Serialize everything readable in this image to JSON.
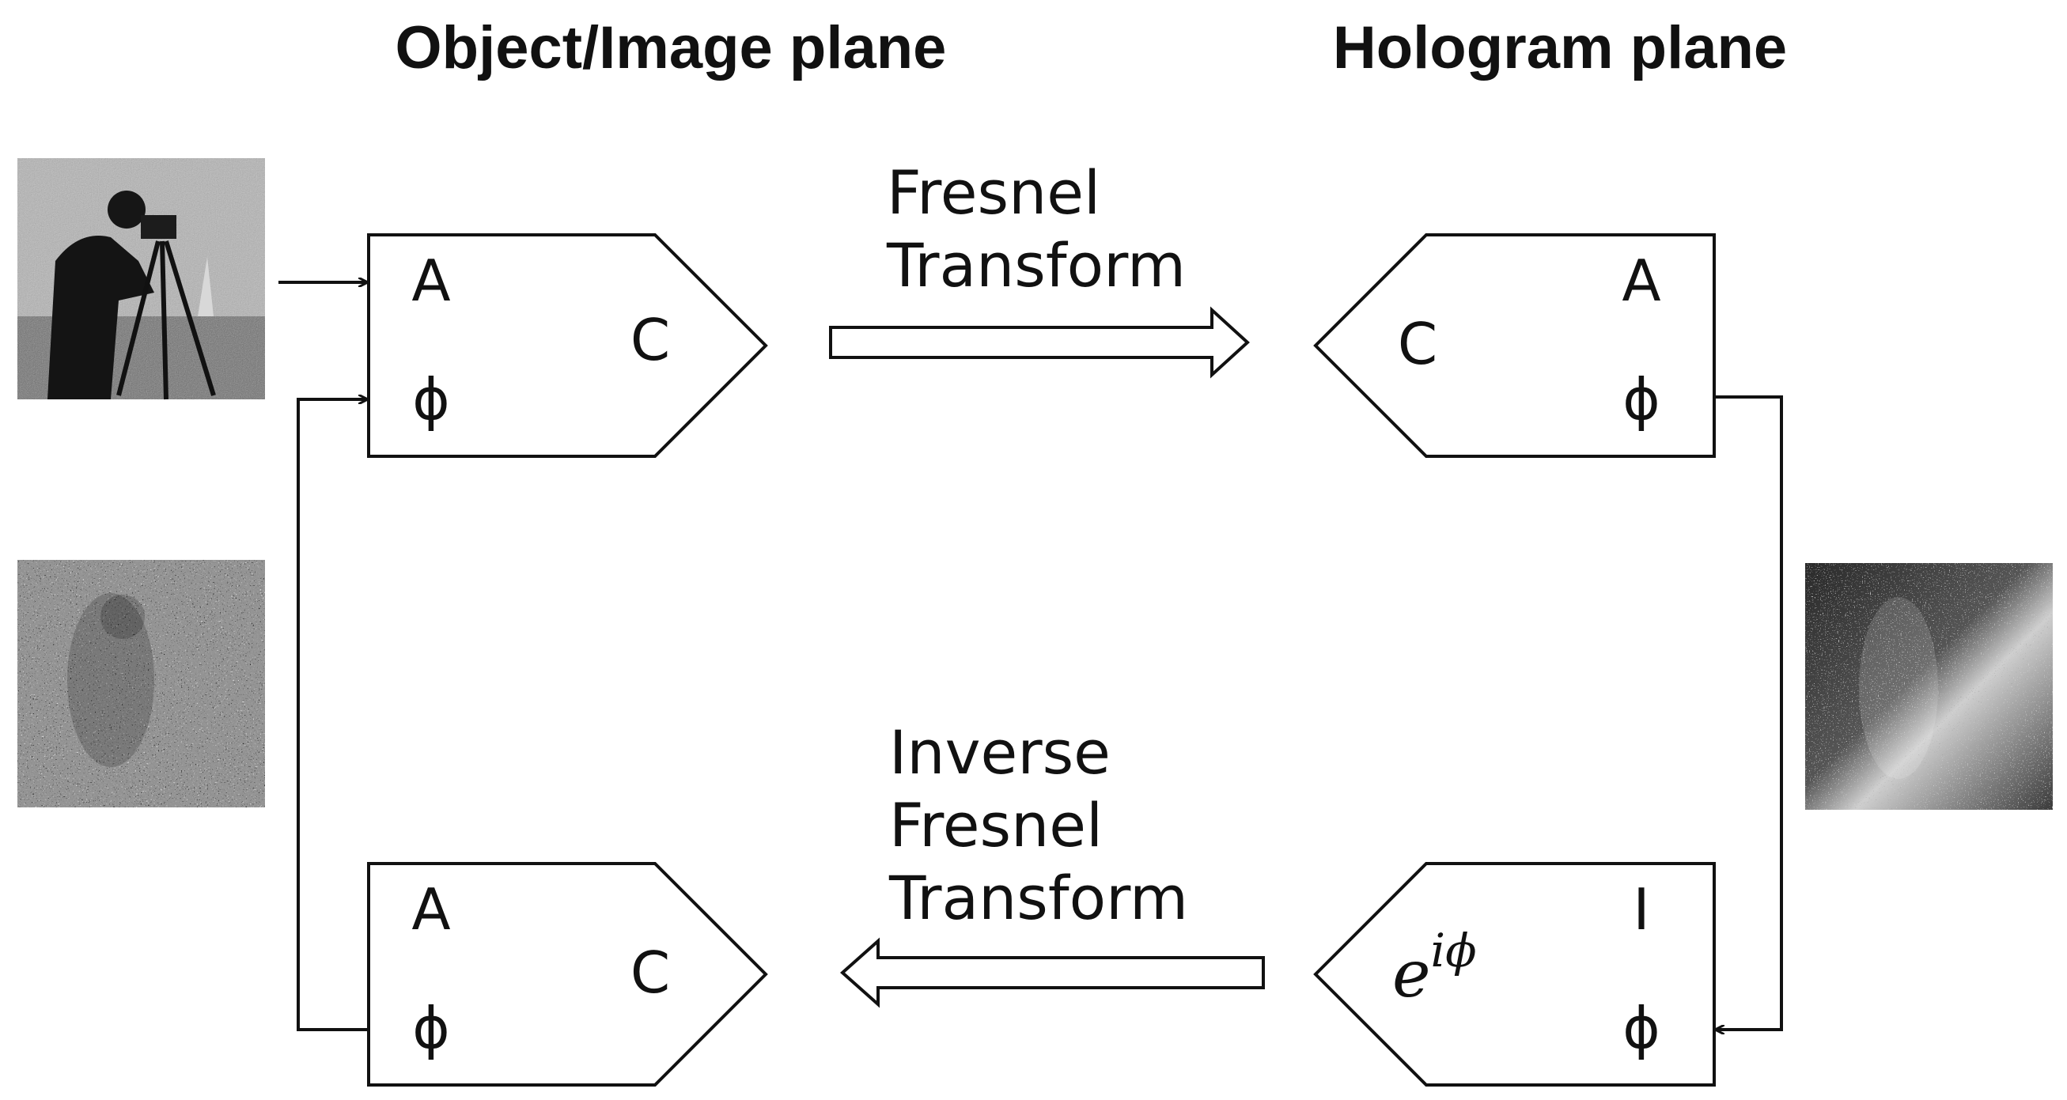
{
  "headings": {
    "object_plane": "Object/Image plane",
    "hologram_plane": "Hologram plane"
  },
  "transforms": {
    "forward": [
      "Fresnel",
      "Transform"
    ],
    "inverse": [
      "Inverse",
      "Fresnel",
      "Transform"
    ]
  },
  "blocks": {
    "object_top": {
      "amplitude": "A",
      "phase": "ϕ",
      "complex": "C"
    },
    "hologram_top": {
      "amplitude": "A",
      "phase": "ϕ",
      "complex": "C"
    },
    "hologram_bottom": {
      "intensity": "I",
      "phase": "ϕ",
      "base": "e",
      "exponent": "iϕ"
    },
    "object_bottom": {
      "amplitude": "A",
      "phase": "ϕ",
      "complex": "C"
    }
  },
  "colors": {
    "stroke": "#111111",
    "background": "#ffffff"
  }
}
